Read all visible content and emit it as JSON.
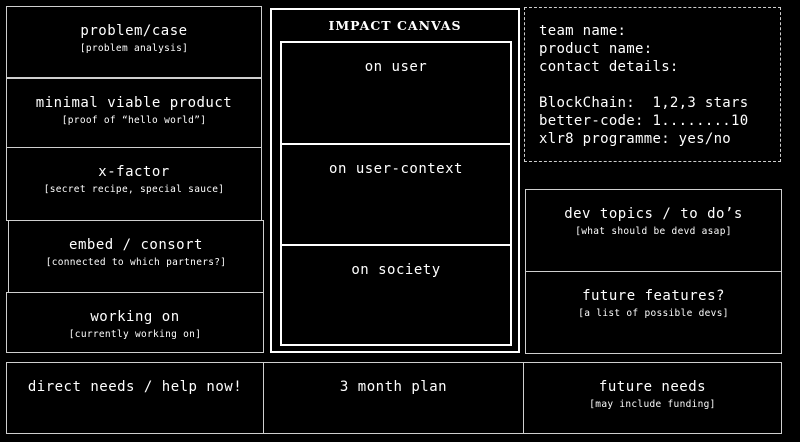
{
  "left_boxes": [
    {
      "title": "problem/case",
      "sub": "[problem analysis]"
    },
    {
      "title": "minimal viable product",
      "sub": "[proof of “hello world”]"
    },
    {
      "title": "x-factor",
      "sub": "[secret recipe, special sauce]"
    },
    {
      "title": "embed / consort",
      "sub": "[connected to which partners?]"
    },
    {
      "title": "working on",
      "sub": "[currently working on]"
    }
  ],
  "canvas": {
    "heading": "IMPACT CANVAS",
    "sections": [
      "on user",
      "on user-context",
      "on society"
    ]
  },
  "info": {
    "team": "team name:",
    "product": "product name:",
    "contact": "contact details:",
    "blockchain": "BlockChain:  1,2,3 stars",
    "better_code": "better-code: 1........10",
    "programme": "xlr8 programme: yes/no"
  },
  "right_boxes": [
    {
      "title": "dev topics / to do’s",
      "sub": "[what should be devd asap]"
    },
    {
      "title": "future features?",
      "sub": "[a list of possible devs]"
    }
  ],
  "bottom_boxes": [
    {
      "title": "direct needs / help now!",
      "sub": ""
    },
    {
      "title": "3 month plan",
      "sub": ""
    },
    {
      "title": "future needs",
      "sub": "[may include funding]"
    }
  ]
}
